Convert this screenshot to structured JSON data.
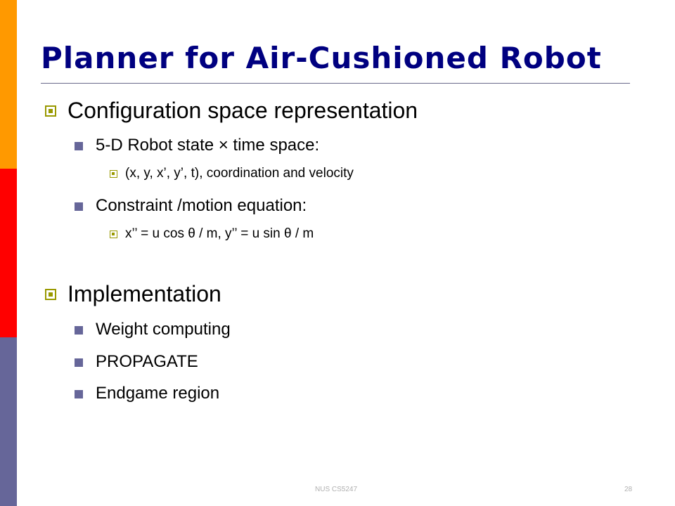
{
  "slide": {
    "title": "Planner for Air-Cushioned Robot",
    "sections": [
      {
        "heading": "Configuration space representation",
        "items": [
          {
            "label": "5-D Robot state × time space:",
            "sub": "(x, y, x’, y’, t), coordination and velocity"
          },
          {
            "label": "Constraint /motion equation:",
            "sub": "x’’ = u cos θ / m, y’’ = u sin θ / m"
          }
        ]
      },
      {
        "heading": "Implementation",
        "items": [
          {
            "label": "Weight computing"
          },
          {
            "label": "PROPAGATE"
          },
          {
            "label": "Endgame region"
          }
        ]
      }
    ]
  },
  "footer": {
    "course": "NUS CS5247",
    "page_number": "28"
  },
  "colors": {
    "title": "#000080",
    "bar_top": "#ff9900",
    "bar_middle": "#ff0000",
    "bar_bottom": "#666699",
    "bullet_primary": "#999900",
    "bullet_secondary": "#666699"
  }
}
